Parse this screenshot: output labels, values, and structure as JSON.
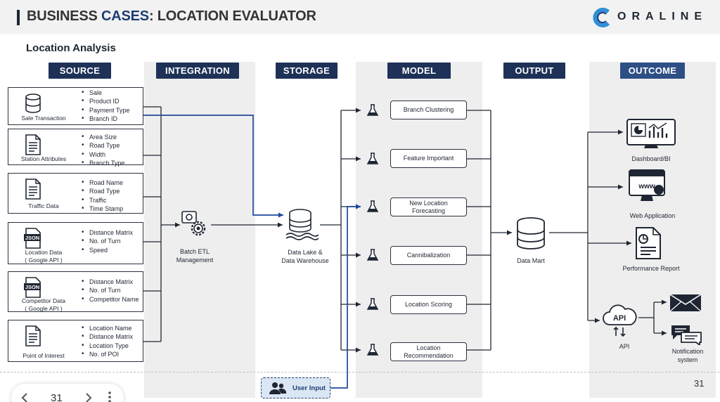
{
  "header": {
    "title_prefix": "BUSINESS ",
    "title_accent": "CASES",
    "title_suffix": ": LOCATION EVALUATOR",
    "logo_text": "ORALINE",
    "logo_mark": "C"
  },
  "subtitle": "Location Analysis",
  "columns": {
    "source": "SOURCE",
    "integration": "INTEGRATION",
    "storage": "STORAGE",
    "model": "MODEL",
    "output": "OUTPUT",
    "outcome": "OUTCOME"
  },
  "sources": [
    {
      "label": "Sale Transaction",
      "icon": "database-icon",
      "bullets": [
        "Sale",
        "Product ID",
        "Payment Type",
        "Branch ID"
      ]
    },
    {
      "label": "Station Attributes",
      "icon": "document-icon",
      "bullets": [
        "Area Size",
        "Road Type",
        "Width",
        "Branch Type"
      ]
    },
    {
      "label": "Traffic Data",
      "icon": "document-icon",
      "bullets": [
        "Road Name",
        "Road Type",
        "Traffic",
        "Time Stamp"
      ]
    },
    {
      "label": "Location Data\n( Google API )",
      "icon": "json-file-icon",
      "icon_text": "JSON",
      "bullets": [
        "Distance Matrix",
        "No. of Turn",
        "Speed"
      ]
    },
    {
      "label": "Competitor Data\n( Google API )",
      "icon": "json-file-icon",
      "icon_text": "JSON",
      "bullets": [
        "Distance Matrix",
        "No. of Turn",
        "Competitor Name"
      ]
    },
    {
      "label": "Point of Interest",
      "icon": "document-icon",
      "bullets": [
        "Location Name",
        "Distance Matrix",
        "Location Type",
        "No. of POI"
      ]
    }
  ],
  "integration": {
    "label": "Batch ETL\nManagement",
    "icon": "gears-icon"
  },
  "storage": {
    "label": "Data Lake &\nData Warehouse",
    "icon": "data-lake-icon"
  },
  "models": [
    {
      "label": "Branch Clustering"
    },
    {
      "label": "Feature Important"
    },
    {
      "label": "New Location\nForecasting"
    },
    {
      "label": "Cannibalization"
    },
    {
      "label": "Location Scoring"
    },
    {
      "label": "Location\nRecommendation"
    }
  ],
  "output": {
    "label": "Data Mart",
    "icon": "database-icon"
  },
  "outcomes": [
    {
      "label": "Dashboard/BI",
      "icon": "dashboard-icon"
    },
    {
      "label": "Web Application",
      "icon": "web-app-icon"
    },
    {
      "label": "Performance Report",
      "icon": "report-icon"
    },
    {
      "label": "API",
      "icon": "api-cloud-icon",
      "icon_text": "API"
    },
    {
      "label": "Notification\nsystem",
      "icon": "chat-icon"
    }
  ],
  "mail_icon": "envelope-icon",
  "user_input": {
    "label": "User Input",
    "icon": "users-icon"
  },
  "pager": {
    "current": "31",
    "prev_icon": "chevron-left-icon",
    "next_icon": "chevron-right-icon",
    "more_icon": "more-vertical-icon"
  },
  "slide_number": "31",
  "colors": {
    "navy": "#1e3157",
    "accent": "#2d4f86",
    "wire_blue": "#1e4a9a",
    "column_bg": "#eeeeee"
  }
}
